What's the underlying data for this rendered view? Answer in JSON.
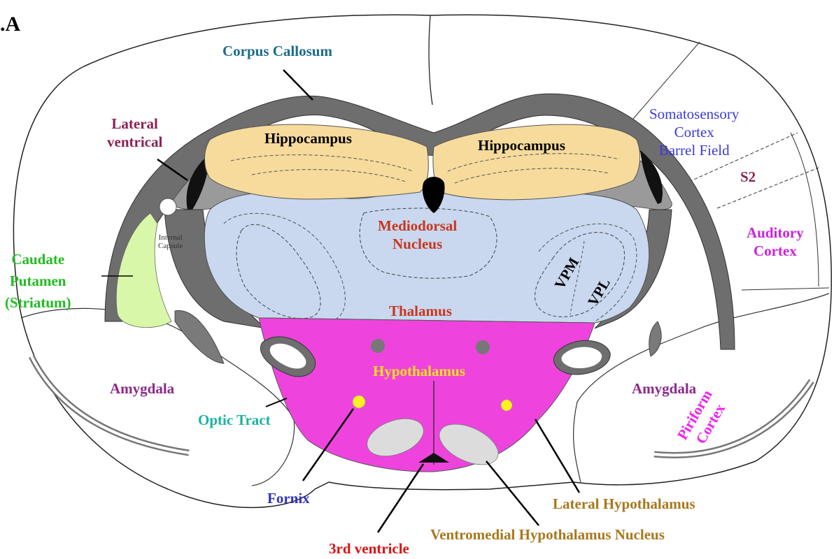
{
  "panel_label": ".A",
  "colors": {
    "hippocampus": "#F7DB9C",
    "thalamus": "#C9D8EF",
    "hypothalamus": "#EE44DD",
    "striatum": "#D8F7A8",
    "white_matter": "#6E6E6E",
    "fornix": "#FFF021",
    "nucleus": "#DCDCDC"
  },
  "labels": {
    "corpus_callosum": "Corpus Callosum",
    "hippocampus_left": "Hippocampus",
    "hippocampus_right": "Hippocampus",
    "lateral_ventrical": [
      "Lateral",
      "ventrical"
    ],
    "internal_capsule": [
      "Internal",
      "Capsule"
    ],
    "caudate_putamen": [
      "Caudate",
      "Putamen",
      "(Striatum)"
    ],
    "mediodorsal": [
      "Mediodorsal",
      "Nucleus"
    ],
    "thalamus": "Thalamus",
    "vpm": "VPM",
    "vpl": "VPL",
    "somatosensory": [
      "Somatosensory",
      "Cortex",
      "Barrel Field"
    ],
    "s2": "S2",
    "auditory": [
      "Auditory",
      "Cortex"
    ],
    "hypothalamus": "Hypothalamus",
    "amygdala_left": "Amygdala",
    "amygdala_right": "Amygdala",
    "optic_tract": "Optic Tract",
    "piriform": [
      "Piriform",
      "Cortex"
    ],
    "fornix": "Fornix",
    "lateral_hypothalamus": "Lateral Hypothalamus",
    "ventromedial": "Ventromedial Hypothalamus Nucleus",
    "third_ventricle": "3rd ventricle"
  },
  "label_colors": {
    "corpus_callosum": "#1B6C8C",
    "lateral_ventrical": "#8B2252",
    "caudate_putamen": "#22BB22",
    "mediodorsal": "#C8361E",
    "thalamus": "#C8361E",
    "somatosensory": "#3A3ADD",
    "s2": "#8B2252",
    "auditory": "#CC22DD",
    "hypothalamus": "#F2E21A",
    "amygdala": "#8B2A8B",
    "optic_tract": "#1BB3A0",
    "piriform": "#EE22EE",
    "fornix": "#3333BB",
    "lateral_hypothalamus": "#A8781E",
    "ventromedial": "#A8781E",
    "third_ventricle": "#DD1111"
  }
}
